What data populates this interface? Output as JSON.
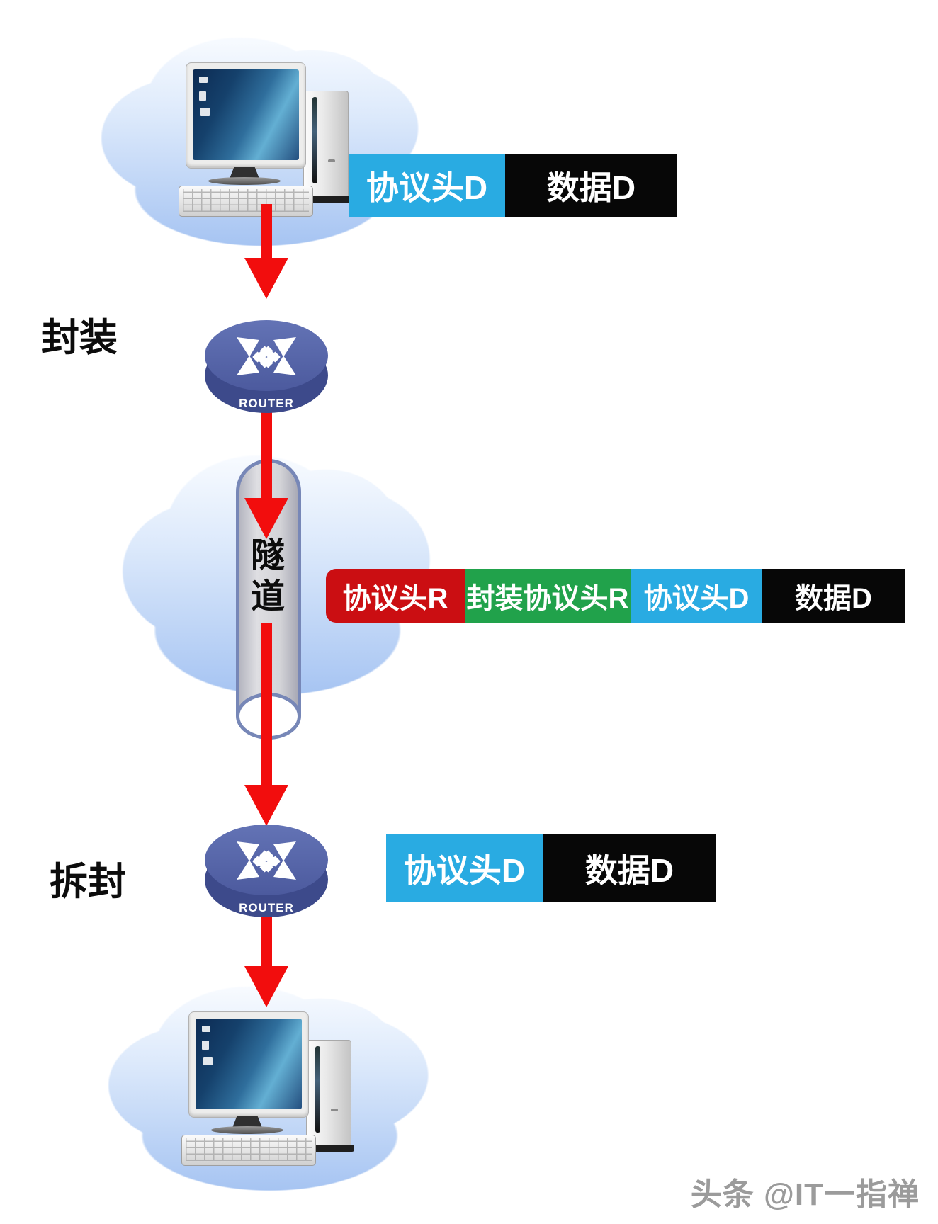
{
  "diagram": {
    "stage_labels": {
      "encapsulation": "封装",
      "decapsulation": "拆封"
    },
    "tunnel_label": "隧道",
    "router_label": "ROUTER",
    "packets": {
      "top": {
        "segments": [
          {
            "label": "协议头D",
            "color": "#29ABE2"
          },
          {
            "label": "数据D",
            "color": "#070707"
          }
        ]
      },
      "middle": {
        "segments": [
          {
            "label": "协议头R",
            "color": "#CB0E12"
          },
          {
            "label": "封装协议头R",
            "color": "#21A24B"
          },
          {
            "label": "协议头D",
            "color": "#29ABE2"
          },
          {
            "label": "数据D",
            "color": "#070707"
          }
        ]
      },
      "bottom": {
        "segments": [
          {
            "label": "协议头D",
            "color": "#29ABE2"
          },
          {
            "label": "数据D",
            "color": "#070707"
          }
        ]
      }
    },
    "colors": {
      "arrow_red": "#F20D0D",
      "router_top": "#5766A8",
      "router_side": "#3D4A8B",
      "tunnel_border": "#7787B7",
      "tunnel_fill": "#D3D3D7",
      "cloud_blue": "#A6C4F2"
    }
  },
  "watermark": {
    "text": "头条 @IT一指禅"
  }
}
